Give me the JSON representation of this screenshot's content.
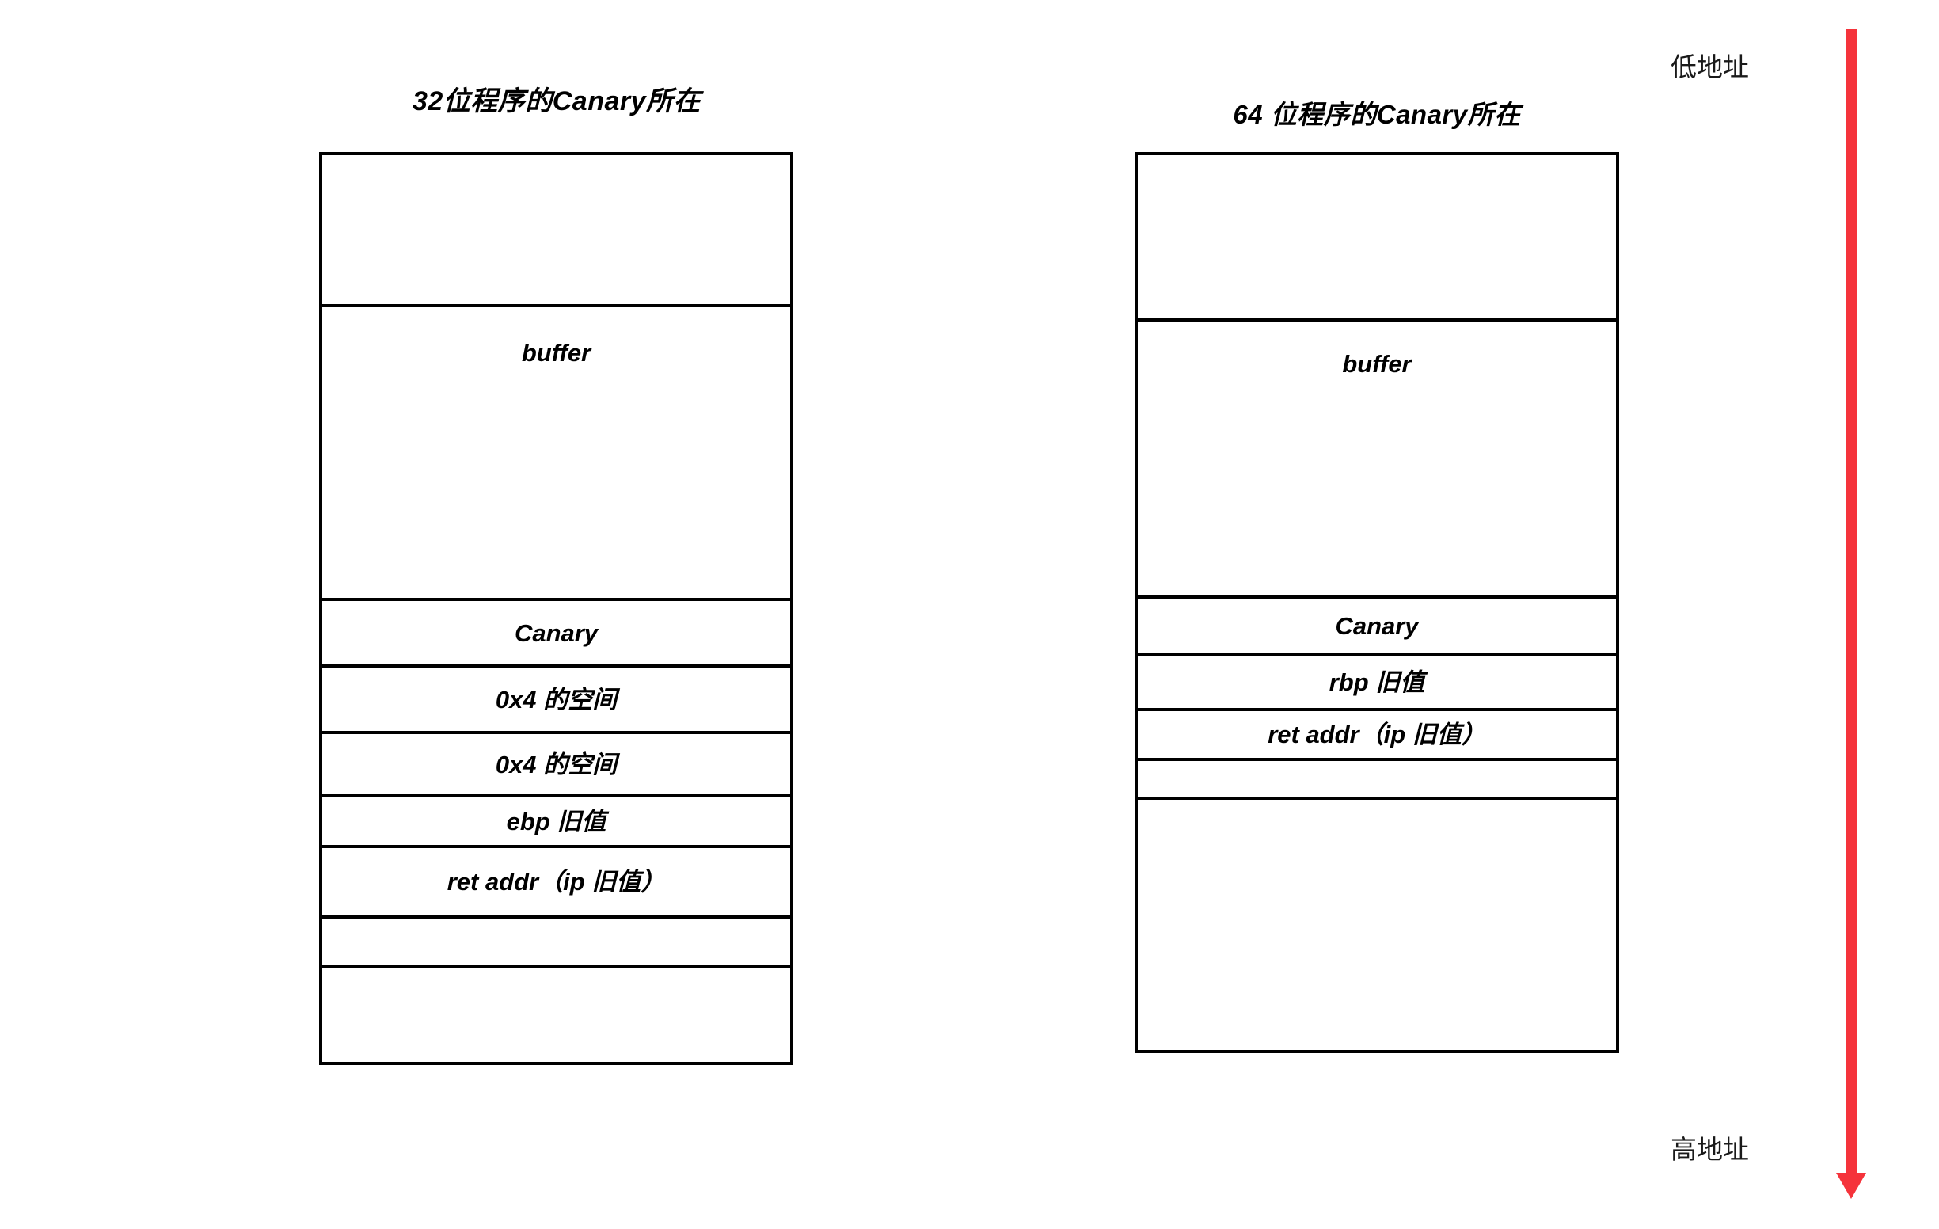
{
  "diagram": {
    "title_left": "32位程序的Canary所在",
    "title_right": "64 位程序的Canary所在",
    "address_low": "低地址",
    "address_high": "高地址",
    "arrow_color": "#F5333B",
    "line_color": "#000000",
    "background": "#ffffff"
  },
  "stack32": {
    "title": "32位程序的Canary所在",
    "cells": [
      {
        "label": "",
        "name": "cell-empty-top"
      },
      {
        "label": "buffer",
        "name": "cell-buffer"
      },
      {
        "label": "Canary",
        "name": "cell-canary"
      },
      {
        "label": "0x4 的空间",
        "name": "cell-pad-1"
      },
      {
        "label": "0x4 的空间",
        "name": "cell-pad-2"
      },
      {
        "label": "ebp 旧值",
        "name": "cell-ebp"
      },
      {
        "label": "ret addr（ip 旧值）",
        "name": "cell-ret-addr"
      },
      {
        "label": "",
        "name": "cell-empty-1"
      },
      {
        "label": "",
        "name": "cell-empty-2"
      }
    ]
  },
  "stack64": {
    "title": "64 位程序的Canary所在",
    "cells": [
      {
        "label": "",
        "name": "cell-empty-top"
      },
      {
        "label": "buffer",
        "name": "cell-buffer"
      },
      {
        "label": "Canary",
        "name": "cell-canary"
      },
      {
        "label": "rbp  旧值",
        "name": "cell-rbp"
      },
      {
        "label": "ret addr（ip 旧值）",
        "name": "cell-ret-addr"
      },
      {
        "label": "",
        "name": "cell-empty-1"
      },
      {
        "label": "",
        "name": "cell-empty-2"
      }
    ]
  }
}
